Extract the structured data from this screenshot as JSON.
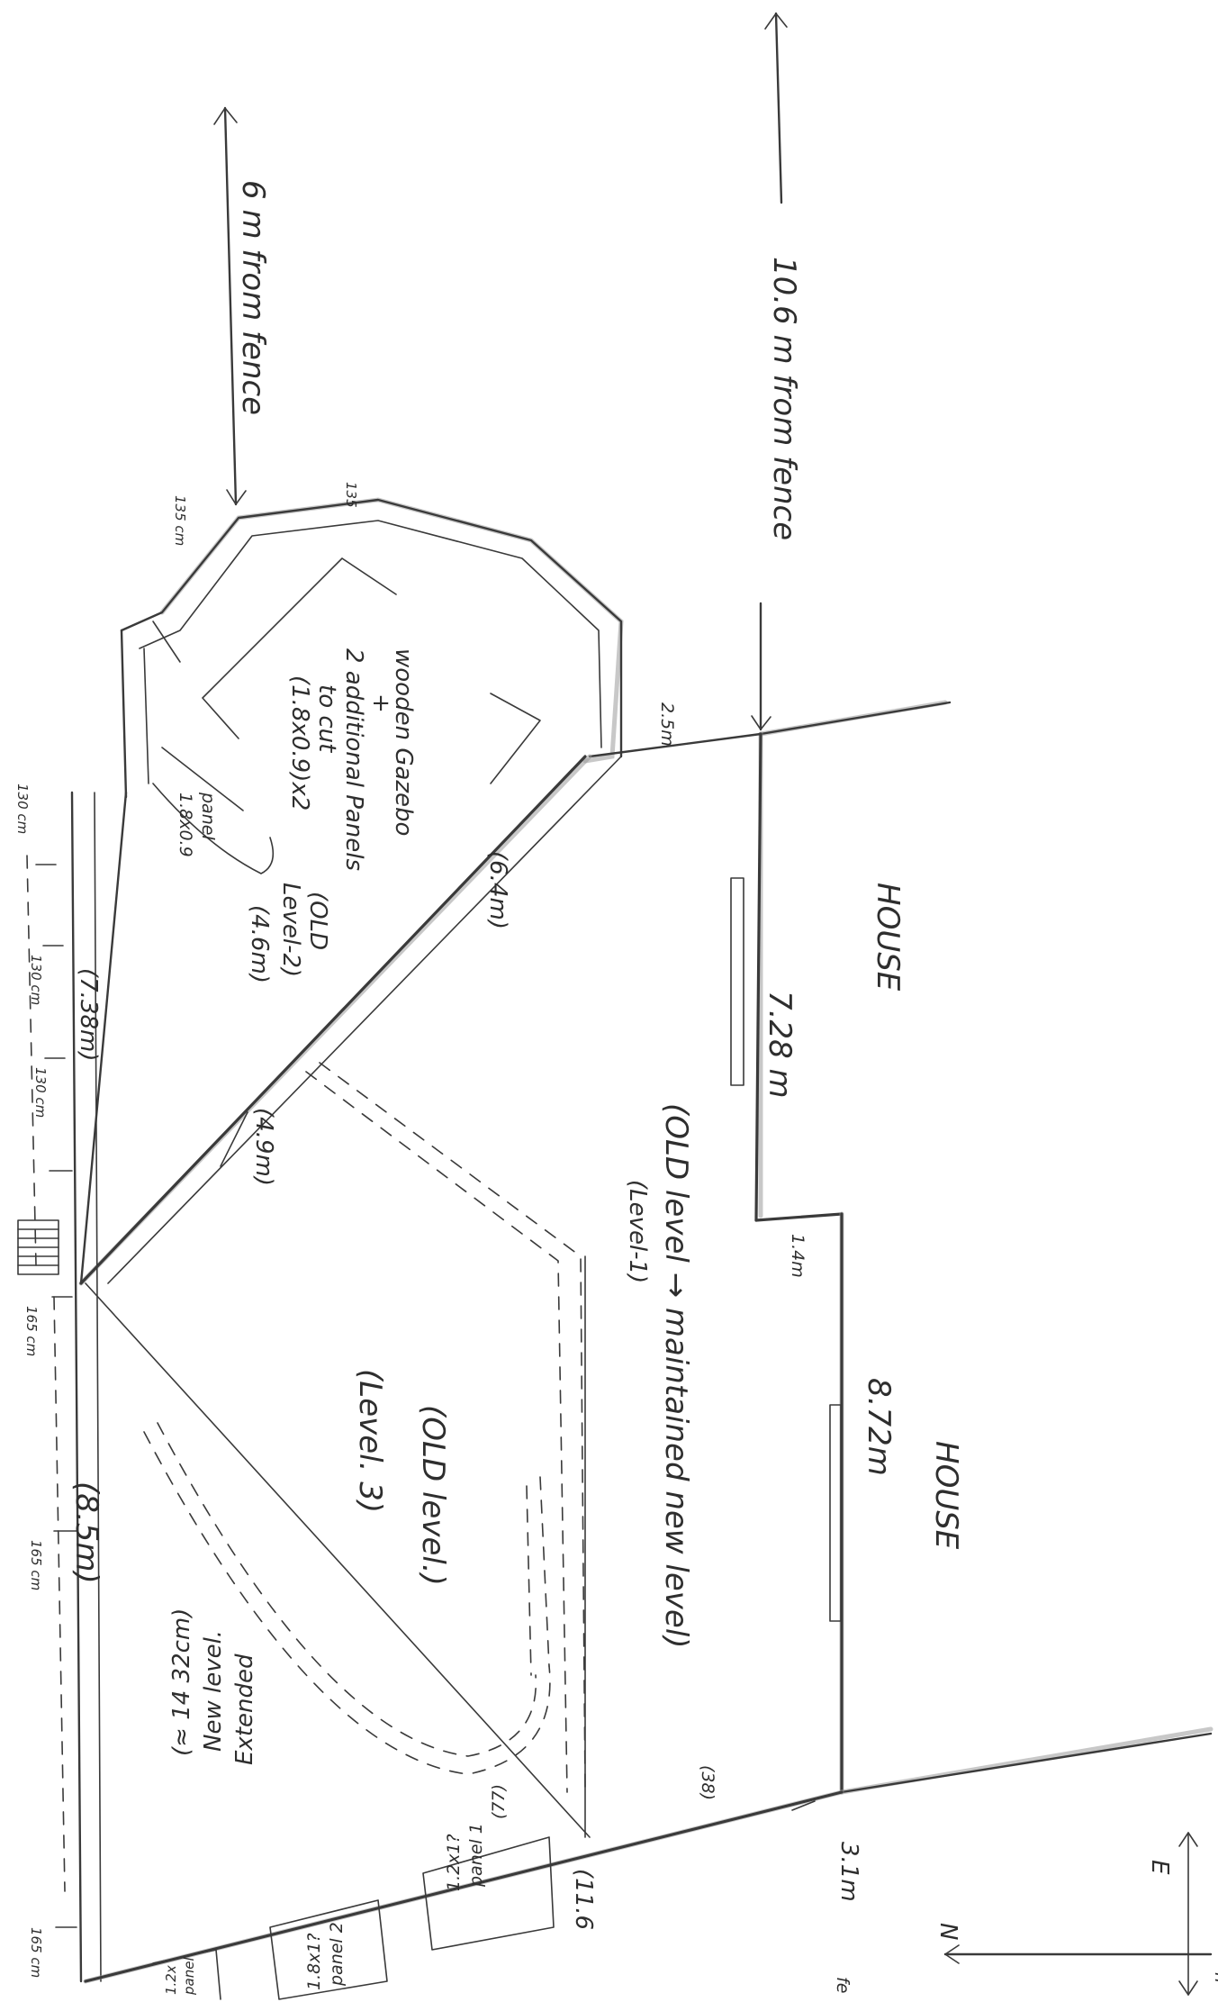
{
  "labels": {
    "fence_east_dist": "10.6 m from fence",
    "fence_west_dist": "6 m from fence",
    "gazebo_note_1": "wooden Gazebo",
    "gazebo_note_2": "+",
    "gazebo_note_3": "2 additional Panels",
    "gazebo_note_4": "to cut",
    "gazebo_note_5": "(1.8x0.9)x2",
    "gazebo_level": "(OLD",
    "gazebo_level_2": "Level-2)",
    "house_top": "HOUSE",
    "house_bottom": "HOUSE",
    "wall_728": "7.28 m",
    "wall_14": "1.4m",
    "wall_872": "8.72m",
    "old_level_1a": "(OLD level → maintained new level)",
    "old_level_1b": "(Level-1)",
    "old_level_3a": "(OLD level.)",
    "old_level_3b": "(Level. 3)",
    "ext_1": "Extended",
    "ext_2": "New level.",
    "ext_3": "(≈ 14 32cm)",
    "dim_64": "(6.4m)",
    "dim_46": "(4.6m)",
    "dim_49": "(4.9m)",
    "dim_738": "(7.38m)",
    "dim_85": "(8.5m)",
    "dim_25": "2.5m",
    "dim_31": "3.1m",
    "dim_38": "(38)",
    "dim_77": "(77)",
    "dim_116": "(11.6",
    "cm_135a": "135 cm",
    "cm_135b": "135",
    "cm_130a": "130 cm",
    "cm_130b": "130 cm",
    "cm_130c": "130 cm",
    "cm_165a": "165 cm",
    "cm_165b": "165 cm",
    "cm_165c": "165 cm",
    "panel_a_1": "panel",
    "panel_a_2": "1.8x0.9",
    "panel_1_1": "panel 1",
    "panel_1_2": "1.2x1?",
    "panel_2_1": "panel 2",
    "panel_2_2": "1.8x1?",
    "panel_3_1": "panel",
    "panel_3_2": "1.2x",
    "compass_e": "E",
    "compass_n": "N",
    "fence_side_h": "h",
    "fence_side_fe": "fe"
  },
  "colors": {
    "ink": "#3a3a3a",
    "shade": "#9a9a9a",
    "paper": "#ffffff"
  }
}
